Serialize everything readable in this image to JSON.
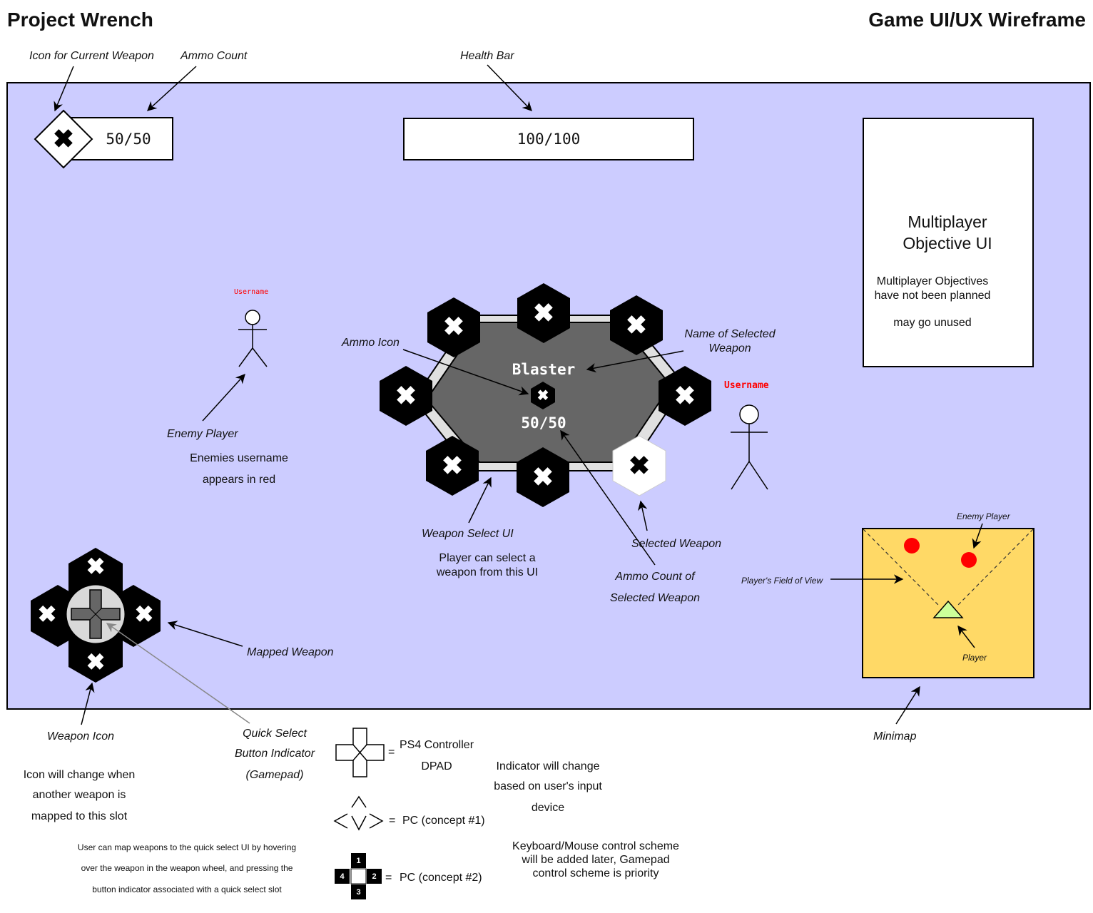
{
  "header": {
    "left_title": "Project Wrench",
    "right_title": "Game UI/UX Wireframe"
  },
  "colors": {
    "canvas": "#ccccff",
    "minimap": "#ffd966",
    "enemy": "#ff0000",
    "player": "#ccff99",
    "wheel": "#666666"
  },
  "hud": {
    "ammo_value": "50/50",
    "health_value": "100/100",
    "objective": {
      "title": "Multiplayer Objective UI",
      "note_line1": "Multiplayer Objectives",
      "note_line2": "have not been planned",
      "note_line3": "may go unused"
    }
  },
  "wheel": {
    "weapon_name": "Blaster",
    "ammo_value": "50/50"
  },
  "usernames": {
    "enemy_small": "Username",
    "enemy_large": "Username"
  },
  "annotations": {
    "icon_current_weapon": "Icon for Current Weapon",
    "ammo_count": "Ammo Count",
    "health_bar": "Health Bar",
    "ammo_icon": "Ammo Icon",
    "name_selected_line1": "Name of Selected",
    "name_selected_line2": "Weapon",
    "enemy_player": "Enemy Player",
    "enemies_note_line1": "Enemies username",
    "enemies_note_line2": "appears in red",
    "weapon_select_ui": "Weapon Select UI",
    "weapon_select_note_line1": "Player can select a",
    "weapon_select_note_line2": "weapon from this UI",
    "selected_weapon": "Selected Weapon",
    "ammo_count_selected_line1": "Ammo Count of",
    "ammo_count_selected_line2": "Selected Weapon",
    "mapped_weapon": "Mapped Weapon",
    "weapon_icon": "Weapon Icon",
    "weapon_icon_note_line1": "Icon will change when",
    "weapon_icon_note_line2": "another weapon is",
    "weapon_icon_note_line3": "mapped to this slot",
    "quick_select_line1": "Quick Select",
    "quick_select_line2": "Button Indicator",
    "quick_select_line3": "(Gamepad)",
    "map_note_line1": "User can map weapons to the quick select UI by hovering",
    "map_note_line2": "over the weapon in the weapon wheel, and pressing the",
    "map_note_line3": "button indicator associated with a quick select slot",
    "minimap": "Minimap",
    "minimap_enemy": "Enemy Player",
    "minimap_fov": "Player's Field of View",
    "minimap_player": "Player"
  },
  "legend": {
    "equals": "=",
    "ps4_line1": "PS4 Controller",
    "ps4_line2": "DPAD",
    "pc1": "PC (concept #1)",
    "pc2": "PC (concept #2)",
    "keys": [
      "1",
      "2",
      "3",
      "4"
    ],
    "indicator_line1": "Indicator will change",
    "indicator_line2": "based on user's input",
    "indicator_line3": "device",
    "keyboard_line1": "Keyboard/Mouse control scheme",
    "keyboard_line2": "will be added later, Gamepad",
    "keyboard_line3": "control scheme is priority"
  }
}
